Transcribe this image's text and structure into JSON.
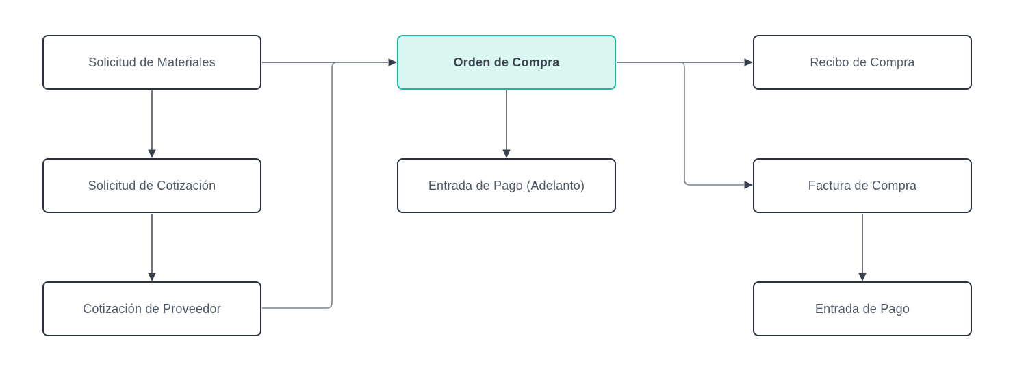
{
  "diagram": {
    "description": "Purchase workflow flowchart",
    "accent_colors": {
      "highlight_border": "#14bda0",
      "highlight_fill": "#d9f6f0",
      "node_border": "#2a3140",
      "node_text": "#4f5866",
      "connector_dark": "#4a5160",
      "connector_light": "#7c8390"
    },
    "nodes": [
      {
        "label": "Solicitud de Materiales",
        "highlighted": false
      },
      {
        "label": "Solicitud de Cotización",
        "highlighted": false
      },
      {
        "label": "Cotización de Proveedor",
        "highlighted": false
      },
      {
        "label": "Orden de Compra",
        "highlighted": true
      },
      {
        "label": "Entrada de Pago (Adelanto)",
        "highlighted": false
      },
      {
        "label": "Recibo de Compra",
        "highlighted": false
      },
      {
        "label": "Factura de Compra",
        "highlighted": false
      },
      {
        "label": "Entrada de Pago",
        "highlighted": false
      }
    ],
    "edges": [
      {
        "from": "Solicitud de Materiales",
        "to": "Solicitud de Cotización"
      },
      {
        "from": "Solicitud de Cotización",
        "to": "Cotización de Proveedor"
      },
      {
        "from": "Solicitud de Materiales",
        "to": "Orden de Compra"
      },
      {
        "from": "Cotización de Proveedor",
        "to": "Orden de Compra"
      },
      {
        "from": "Orden de Compra",
        "to": "Entrada de Pago (Adelanto)"
      },
      {
        "from": "Orden de Compra",
        "to": "Recibo de Compra"
      },
      {
        "from": "Orden de Compra",
        "to": "Factura de Compra"
      },
      {
        "from": "Factura de Compra",
        "to": "Entrada de Pago"
      }
    ]
  }
}
